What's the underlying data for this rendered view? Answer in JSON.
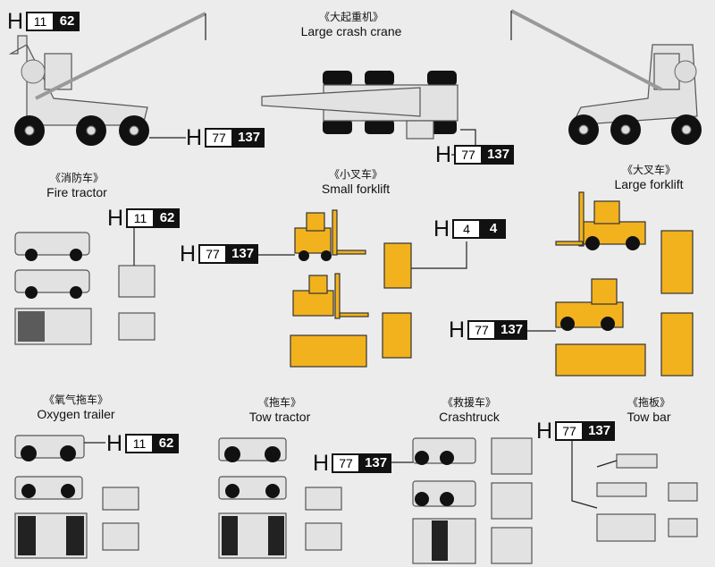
{
  "sections": {
    "crane": {
      "cn": "《大起重机》",
      "en": "Large crash crane"
    },
    "fire_tractor": {
      "cn": "《消防车》",
      "en": "Fire tractor"
    },
    "small_forklift": {
      "cn": "《小叉车》",
      "en": "Small forklift"
    },
    "large_forklift": {
      "cn": "《大叉车》",
      "en": "Large forklift"
    },
    "oxygen_trailer": {
      "cn": "《氧气拖车》",
      "en": "Oxygen trailer"
    },
    "tow_tractor": {
      "cn": "《拖车》",
      "en": "Tow tractor"
    },
    "crashtruck": {
      "cn": "《救援车》",
      "en": "Crashtruck"
    },
    "tow_bar": {
      "cn": "《拖板》",
      "en": "Tow bar"
    }
  },
  "paint_codes": [
    {
      "prefix": "H",
      "a": "11",
      "b": "62"
    },
    {
      "prefix": "H",
      "a": "77",
      "b": "137"
    },
    {
      "prefix": "H",
      "a": "77",
      "b": "137"
    },
    {
      "prefix": "H",
      "a": "11",
      "b": "62"
    },
    {
      "prefix": "H",
      "a": "77",
      "b": "137"
    },
    {
      "prefix": "H",
      "a": "4",
      "b": "4"
    },
    {
      "prefix": "H",
      "a": "77",
      "b": "137"
    },
    {
      "prefix": "H",
      "a": "11",
      "b": "62"
    },
    {
      "prefix": "H",
      "a": "77",
      "b": "137"
    },
    {
      "prefix": "H",
      "a": "77",
      "b": "137"
    }
  ],
  "colors": {
    "background": "#ececec",
    "vehicle_gray": "#e2e2e2",
    "forklift_yellow": "#f2b21e"
  }
}
